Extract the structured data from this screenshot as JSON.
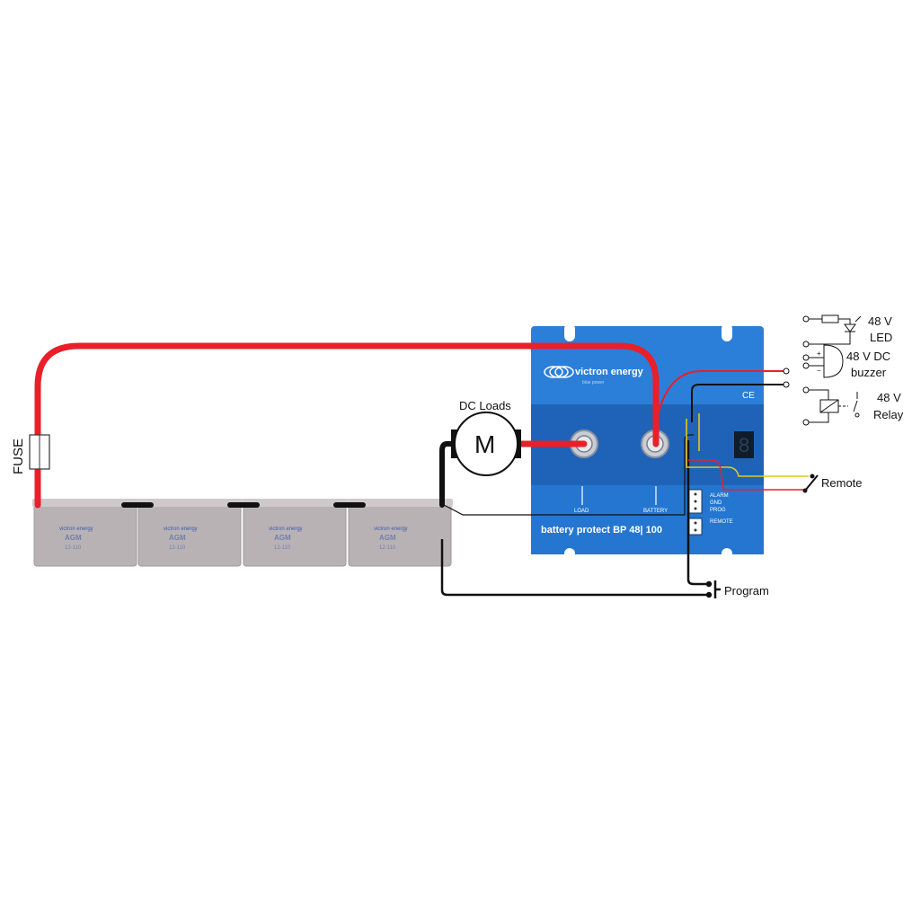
{
  "labels": {
    "fuse": "FUSE",
    "dc_loads": "DC Loads",
    "motor": "M",
    "remote": "Remote",
    "program": "Program",
    "led_line1": "48 V",
    "led_line2": "LED",
    "buzzer_line1": "48 V DC",
    "buzzer_line2": "buzzer",
    "relay_line1": "48 V",
    "relay_line2": "Relay"
  },
  "device": {
    "brand": "victron energy",
    "brand_tagline": "blue power",
    "model": "battery protect BP 48| 100",
    "ce_mark": "CE",
    "display_digit": "8",
    "terminal_load": "LOAD",
    "terminal_battery": "BATTERY",
    "connector_alarm": "ALARM",
    "connector_gnd": "GND",
    "connector_prog": "PROG",
    "connector_remote": "REMOTE"
  },
  "batteries": [
    {
      "brand": "victron energy",
      "type": "AGM",
      "model": "12-110"
    },
    {
      "brand": "victron energy",
      "type": "AGM",
      "model": "12-110"
    },
    {
      "brand": "victron energy",
      "type": "AGM",
      "model": "12-110"
    },
    {
      "brand": "victron energy",
      "type": "AGM",
      "model": "12-110"
    }
  ],
  "colors": {
    "wire_positive": "#e8202a",
    "wire_negative": "#111111",
    "wire_alarm": "#e8c61a",
    "device_blue": "#2b7fd8",
    "device_blue_dark": "#1f63b8",
    "battery_gray": "#b9b2b5"
  },
  "icons": {
    "brand_logo": "victron-swirl-icon",
    "led": "led-icon",
    "buzzer": "buzzer-icon",
    "relay": "relay-icon",
    "switch": "switch-icon",
    "push_button": "push-button-icon",
    "terminal": "screw-terminal-icon"
  }
}
